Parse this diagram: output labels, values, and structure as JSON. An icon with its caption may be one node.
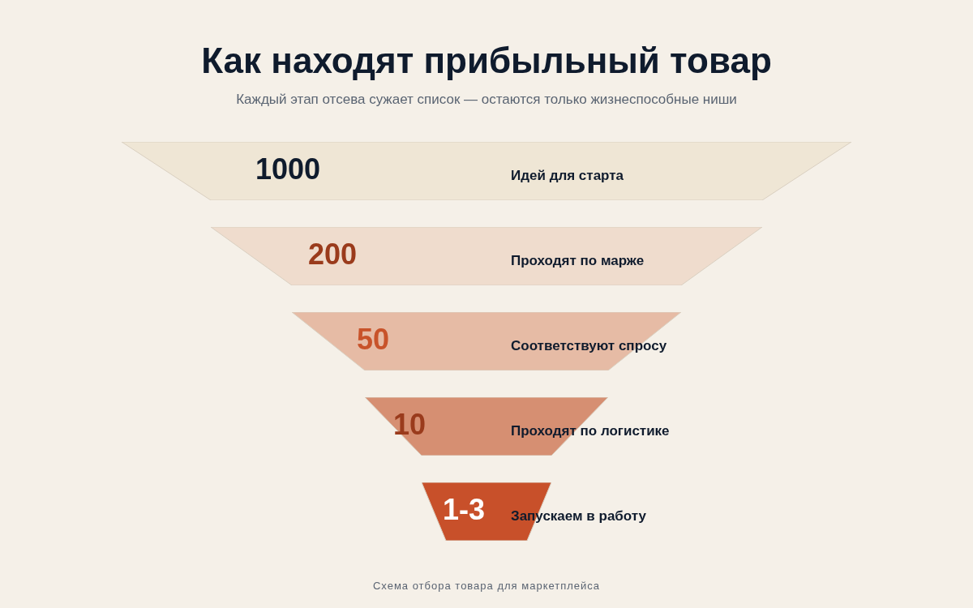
{
  "diagram": {
    "title": "Как находят прибыльный товар",
    "caption": "Схема отбора товара для маркетплейса",
    "nodes": [
      {
        "text": [
          "1000",
          "Идей для старта"
        ]
      },
      {
        "text": [
          "200",
          "Проходят по марже"
        ]
      },
      {
        "text": [
          "50",
          "Соответствуют спросу"
        ]
      },
      {
        "text": [
          "10",
          "Проходят по логистике"
        ]
      },
      {
        "text": [
          "1-3",
          "Запускаем в работу"
        ]
      }
    ],
    "edges": [],
    "labels": [
      "Каждый этап отсева сужает список — остаются только жизнеспособные ниши"
    ]
  }
}
